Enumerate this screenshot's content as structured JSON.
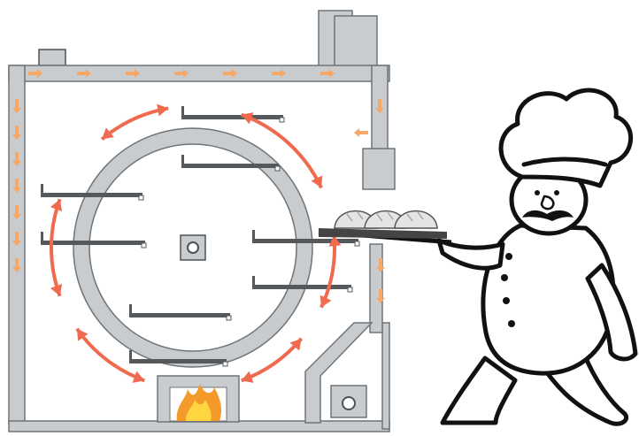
{
  "diagram": {
    "subject": "rotary-oven-with-baker",
    "colors": {
      "background": "#ffffff",
      "oven_outline": "#6f7478",
      "oven_fill": "#c9ccce",
      "oven_dark": "#4d5256",
      "shelf": "#55595c",
      "duct_arrow": "#f7a766",
      "rotation_arrow": "#ef6a4e",
      "flame_outer": "#f39a2a",
      "flame_inner": "#ffd640",
      "chef_line": "#111111",
      "bread": "#e4e4e4"
    },
    "rotation_arrow_count": 6,
    "shelf_count": 8,
    "duct_arrow_count": 18,
    "bread_loaves": 3,
    "chef_buttons": 4
  }
}
